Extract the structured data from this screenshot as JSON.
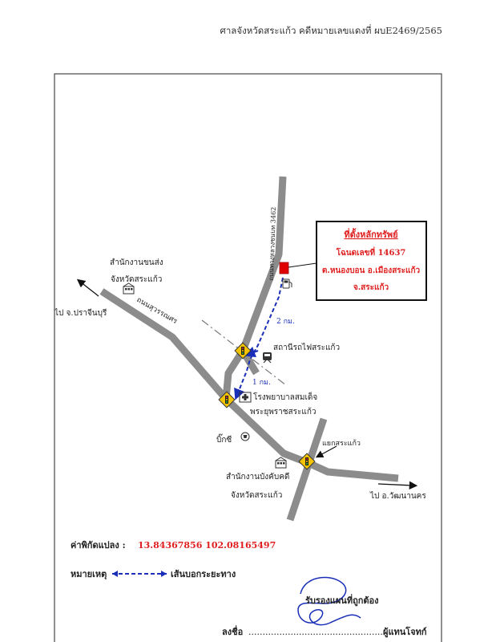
{
  "header": {
    "court_case": "ศาลจังหวัดสระแก้ว คดีหมายเลขแดงที่ ผบE2469/2565"
  },
  "property_box": {
    "title": "ที่ตั้งหลักทรัพย์",
    "deed": "โฉนดเลขที่ 14637",
    "address_line1": "ต.หนองบอน อ.เมืองสระแก้ว",
    "address_line2": "จ.สระแก้ว"
  },
  "labels": {
    "road_3462": "ถนนทางหลวงชนบท 3462",
    "suwannason_road": "ถนนสุวรรณศร",
    "to_prachinburi": "ไป จ.ปราจีนบุรี",
    "to_watthana_nakhon": "ไป อ.วัฒนานคร",
    "transport_office_1": "สำนักงานขนส่ง",
    "transport_office_2": "จังหวัดสระแก้ว",
    "train_station": "สถานีรถไฟสระแก้ว",
    "hospital_1": "โรงพยาบาลสมเด็จ",
    "hospital_2": "พระยุพราชสระแก้ว",
    "big_c": "บิ๊กซี",
    "sa_kaeo_junction": "แยกสระแก้ว",
    "enforcement_office_1": "สำนักงานบังคับคดี",
    "enforcement_office_2": "จังหวัดสระแก้ว",
    "distance_2km": "2 กม.",
    "distance_1km": "1 กม."
  },
  "coordinates": {
    "label": "ค่าพิกัดแปลง :",
    "value": "13.84367856 102.08165497"
  },
  "legend": {
    "label": "หมายเหตุ",
    "route": "เส้นบอกระยะทาง"
  },
  "signature": {
    "certify": "รับรองแผนที่ถูกต้อง",
    "sign_label": "ลงชื่อ",
    "dots": "..................................................",
    "role": "ผู้แทนโจทก์"
  },
  "colors": {
    "road": "#8c8c8c",
    "route": "#1a2fb8",
    "marker": "#e00000",
    "coord_value": "#e02020"
  },
  "icons": [
    "building-icon",
    "train-icon",
    "gas-station-icon",
    "hospital-icon",
    "shopping-icon",
    "traffic-light-icon"
  ]
}
